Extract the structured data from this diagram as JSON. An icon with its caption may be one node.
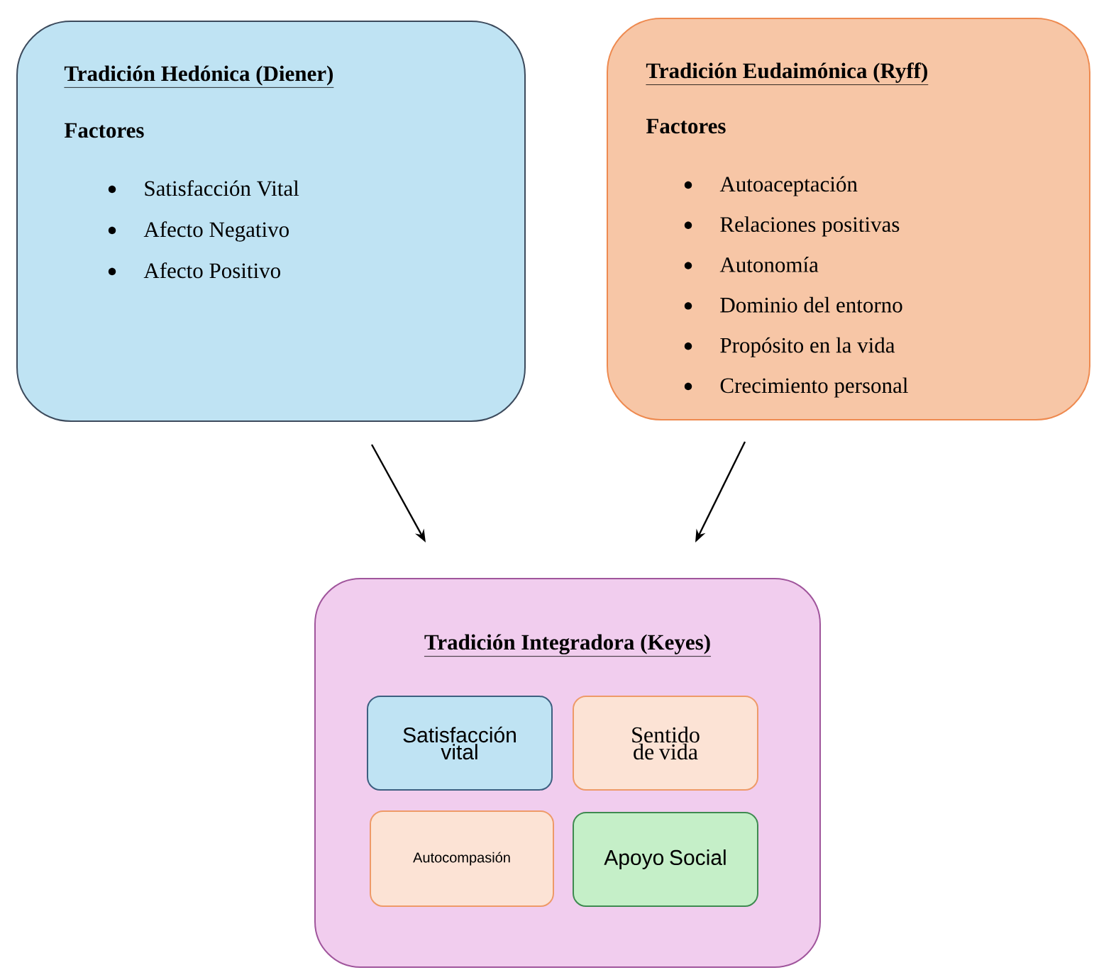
{
  "diagram": {
    "nodes": [
      {
        "text": [
          "Tradición Hedónica (Diener)",
          "Factores",
          "Satisfacción Vital",
          "Afecto Negativo",
          "Afecto Positivo"
        ]
      },
      {
        "text": [
          "Tradición Eudaimónica (Ryff)",
          "Factores",
          "Autoaceptación",
          "Relaciones positivas",
          "Autonomía",
          "Dominio del entorno",
          "Propósito en la vida",
          "Crecimiento personal"
        ]
      },
      {
        "text": [
          "Tradición Integradora (Keyes)"
        ]
      },
      {
        "text": [
          "Satisfacción vital"
        ],
        "in": 2
      },
      {
        "text": [
          "Sentido de vida"
        ],
        "in": 2
      },
      {
        "text": [
          "Autocompasión"
        ],
        "in": 2
      },
      {
        "text": [
          "Apoyo Social"
        ],
        "in": 2
      }
    ],
    "edges": [
      {
        "from": 0,
        "to": 2,
        "arrow": "to"
      },
      {
        "from": 1,
        "to": 2,
        "arrow": "to"
      }
    ]
  }
}
